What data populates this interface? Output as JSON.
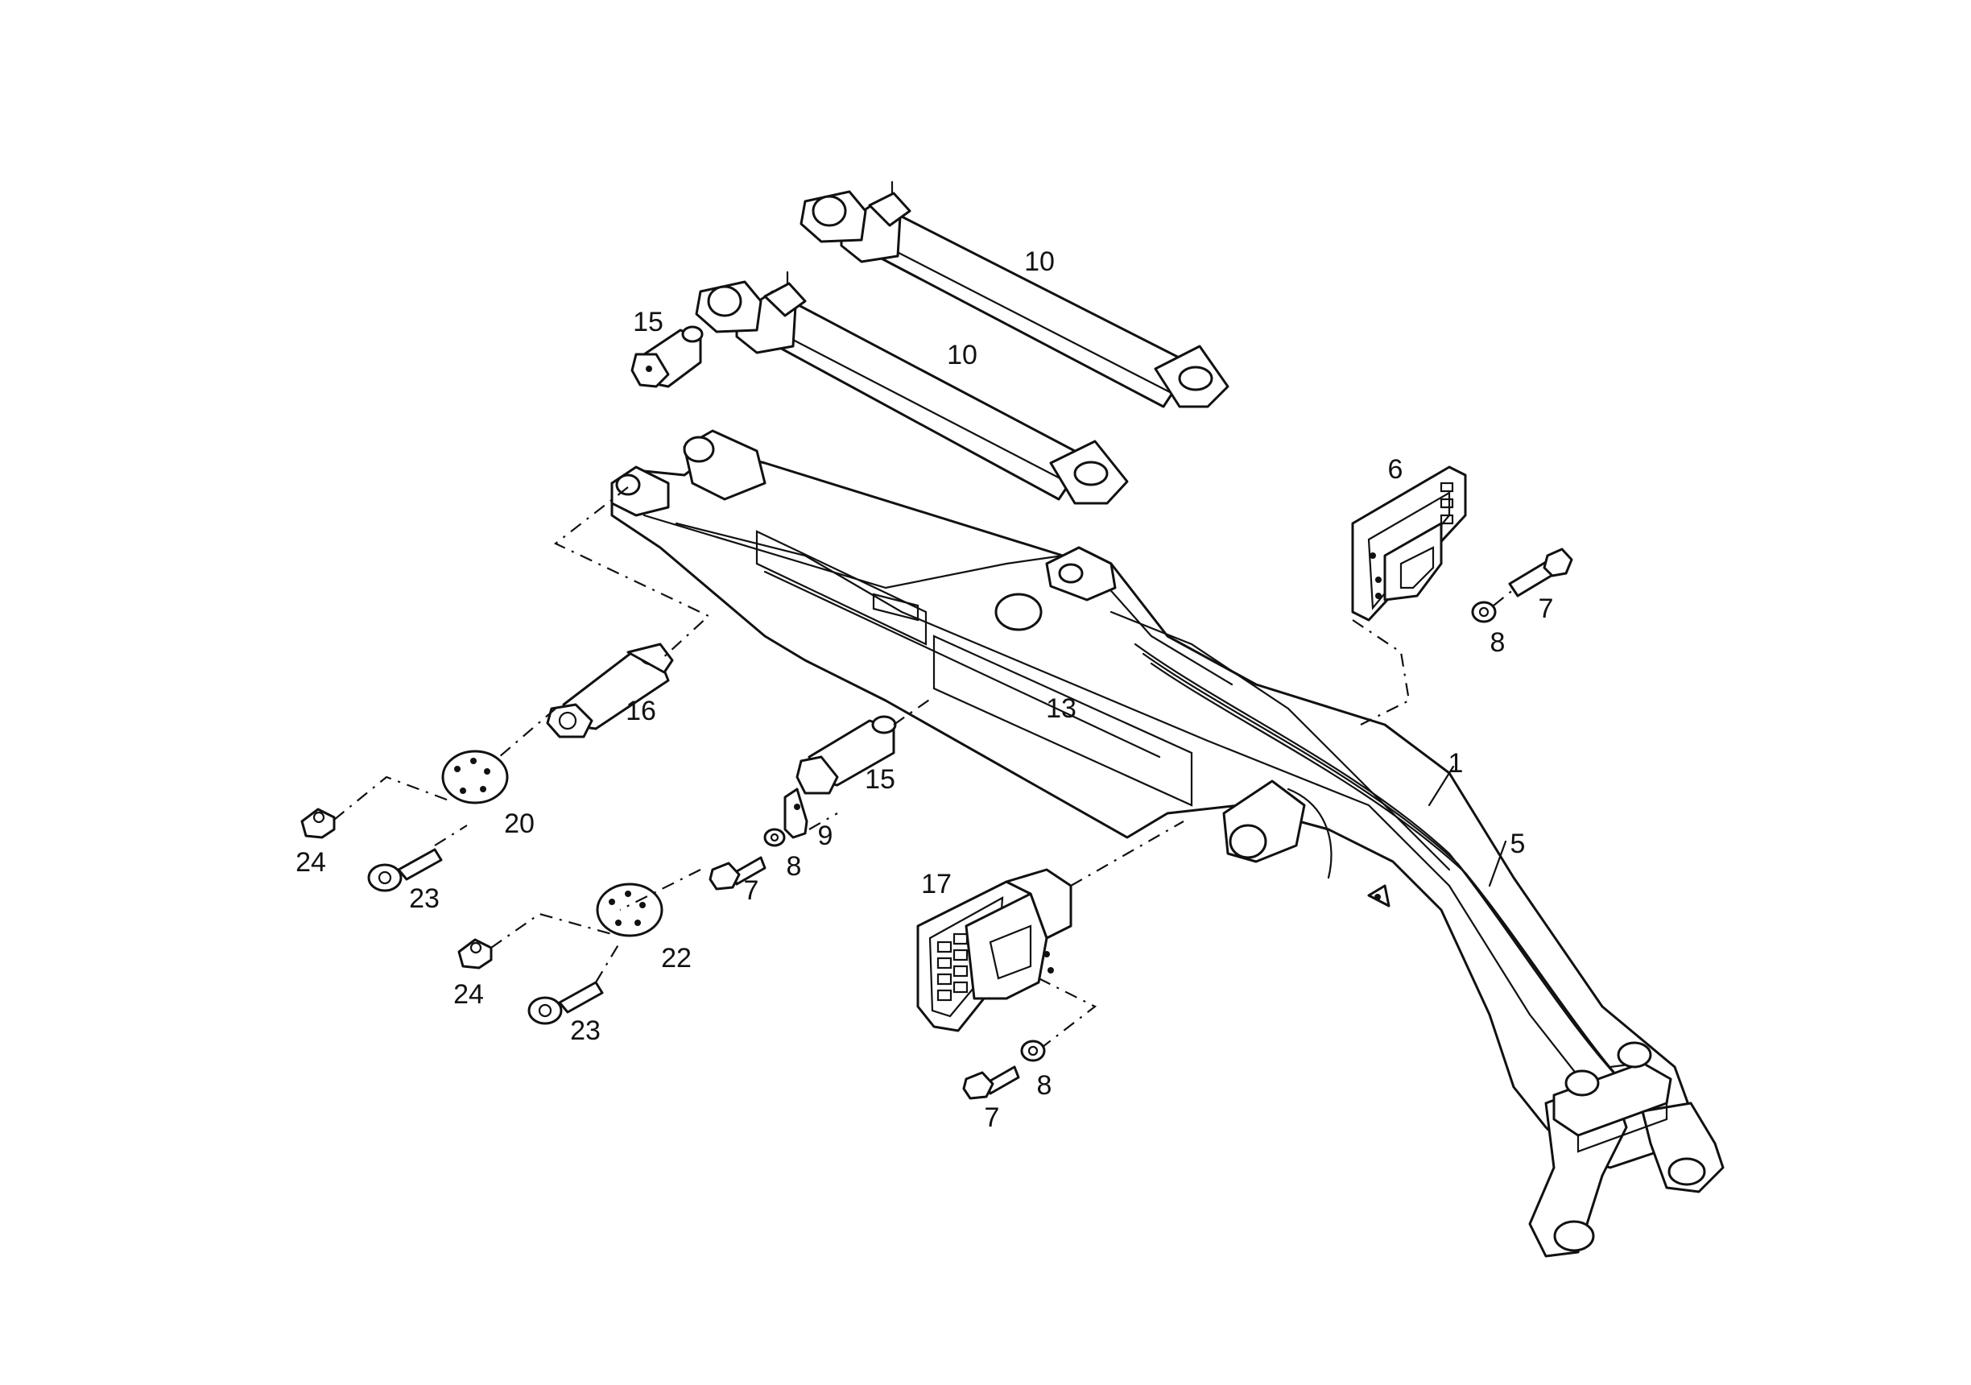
{
  "diagram": {
    "callouts": [
      {
        "id": "c1",
        "text": "1"
      },
      {
        "id": "c5",
        "text": "5"
      },
      {
        "id": "c6",
        "text": "6"
      },
      {
        "id": "c7a",
        "text": "7"
      },
      {
        "id": "c7b",
        "text": "7"
      },
      {
        "id": "c7c",
        "text": "7"
      },
      {
        "id": "c8a",
        "text": "8"
      },
      {
        "id": "c8b",
        "text": "8"
      },
      {
        "id": "c8c",
        "text": "8"
      },
      {
        "id": "c9",
        "text": "9"
      },
      {
        "id": "c10a",
        "text": "10"
      },
      {
        "id": "c10b",
        "text": "10"
      },
      {
        "id": "c13",
        "text": "13"
      },
      {
        "id": "c15a",
        "text": "15"
      },
      {
        "id": "c15b",
        "text": "15"
      },
      {
        "id": "c16",
        "text": "16"
      },
      {
        "id": "c17",
        "text": "17"
      },
      {
        "id": "c20",
        "text": "20"
      },
      {
        "id": "c22",
        "text": "22"
      },
      {
        "id": "c23a",
        "text": "23"
      },
      {
        "id": "c23b",
        "text": "23"
      },
      {
        "id": "c24a",
        "text": "24"
      },
      {
        "id": "c24b",
        "text": "24"
      }
    ]
  }
}
